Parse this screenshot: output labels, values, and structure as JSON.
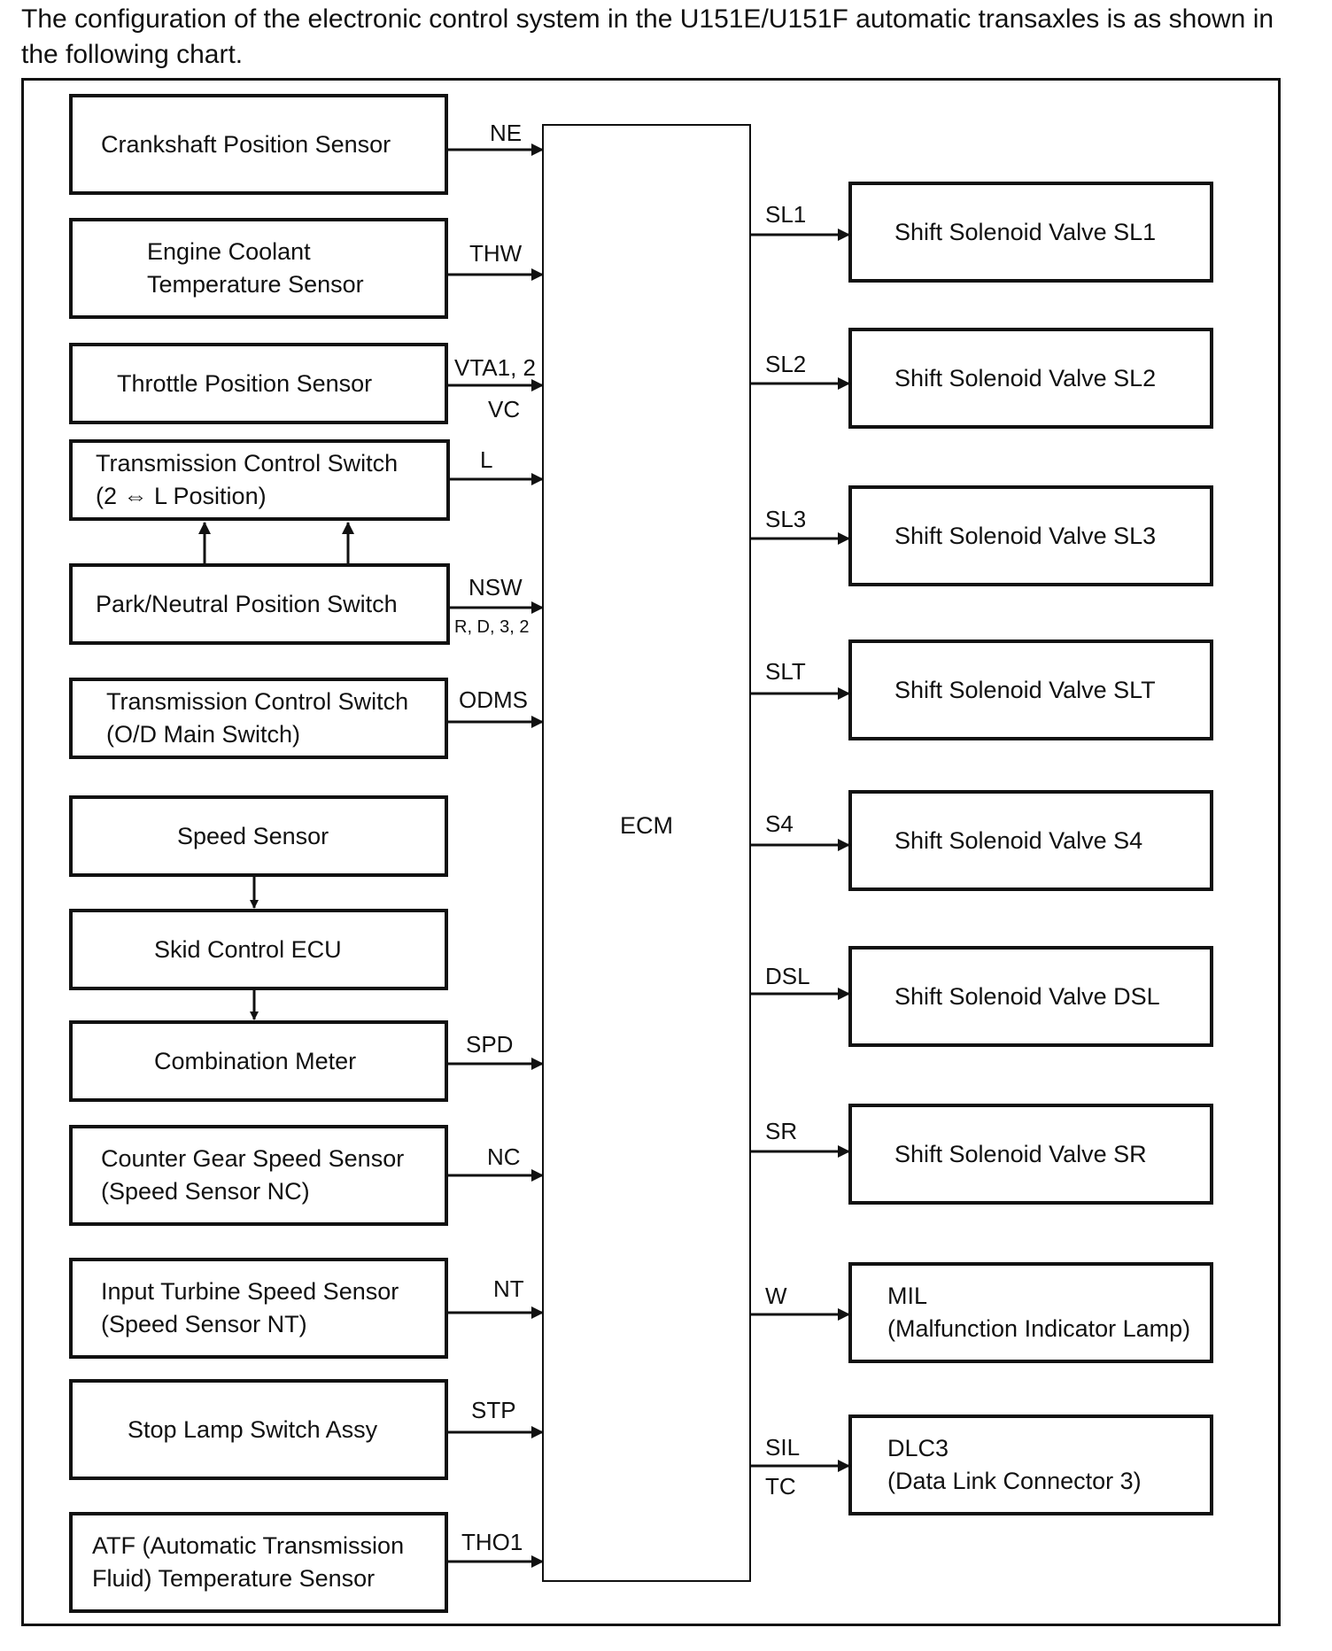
{
  "intro": "The configuration of the electronic control system in the U151E/U151F automatic transaxles is as shown in the following chart.",
  "ecm": "ECM",
  "inputs": {
    "crank": "Crankshaft Position Sensor",
    "coolant": "Engine Coolant\nTemperature Sensor",
    "throttle": "Throttle Position Sensor",
    "tcs_l": "Transmission Control Switch\n(2 ⇔ L Position)",
    "pnp": "Park/Neutral Position Switch",
    "tcs_od": "Transmission Control Switch\n(O/D Main Switch)",
    "speed": "Speed Sensor",
    "skid": "Skid Control ECU",
    "combo": "Combination Meter",
    "nc": "Counter Gear Speed Sensor\n(Speed Sensor NC)",
    "nt": "Input Turbine Speed Sensor\n(Speed Sensor NT)",
    "stop": "Stop Lamp Switch Assy",
    "atf": "ATF (Automatic Transmission\nFluid) Temperature Sensor"
  },
  "outputs": {
    "sl1": "Shift Solenoid Valve SL1",
    "sl2": "Shift Solenoid Valve SL2",
    "sl3": "Shift Solenoid Valve SL3",
    "slt": "Shift Solenoid Valve SLT",
    "s4": "Shift Solenoid Valve S4",
    "dsl": "Shift Solenoid Valve DSL",
    "sr": "Shift Solenoid Valve SR",
    "mil": "MIL\n(Malfunction Indicator Lamp)",
    "dlc3": "DLC3\n(Data Link Connector 3)"
  },
  "signals": {
    "ne": "NE",
    "thw": "THW",
    "vta": "VTA1, 2",
    "vc": "VC",
    "l": "L",
    "nsw": "NSW",
    "nsw_sub": "R, D, 3, 2",
    "odms": "ODMS",
    "spd": "SPD",
    "nc": "NC",
    "nt": "NT",
    "stp": "STP",
    "tho1": "THO1",
    "sl1": "SL1",
    "sl2": "SL2",
    "sl3": "SL3",
    "slt": "SLT",
    "s4": "S4",
    "dsl": "DSL",
    "sr": "SR",
    "w": "W",
    "sil": "SIL",
    "tc": "TC"
  }
}
